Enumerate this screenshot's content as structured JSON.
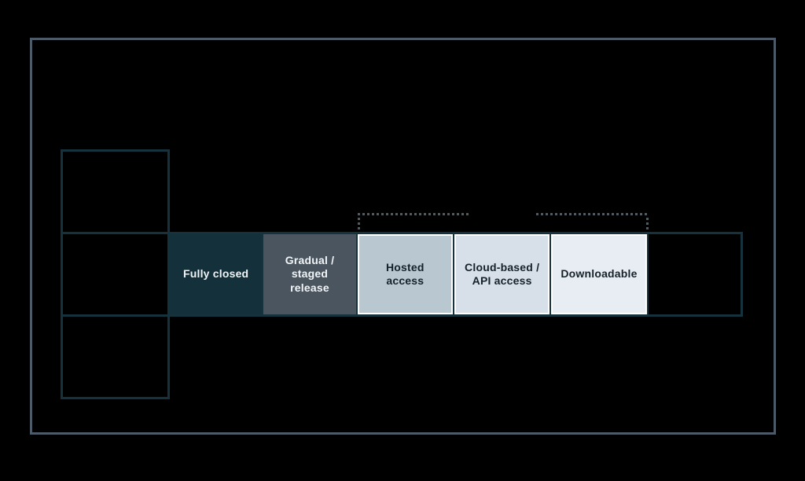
{
  "diagram": {
    "title": "",
    "spectrum_bar": {
      "segments": [
        {
          "label": "Fully closed",
          "fill": "#14303a",
          "text_color": "#f2f5f7"
        },
        {
          "label": "Gradual / staged release",
          "fill": "#4a5560",
          "text_color": "#f2f5f7"
        },
        {
          "label": "Hosted access",
          "fill": "#b9c7d1",
          "text_color": "#15222a"
        },
        {
          "label": "Cloud-based / API access",
          "fill": "#d7e0e8",
          "text_color": "#15222a"
        },
        {
          "label": "Downloadable",
          "fill": "#e8edf3",
          "text_color": "#15222a"
        },
        {
          "label": "",
          "fill": "#000000",
          "text_color": ""
        }
      ]
    },
    "left_column": {
      "box_count": 3,
      "labels": [
        "",
        "",
        ""
      ]
    },
    "annotations": {
      "dotted_bracket_over_hosted": "",
      "dotted_bracket_over_downloadable": ""
    },
    "colors": {
      "background": "#000000",
      "frame_border": "#4d5a68",
      "box_border": "#16323c",
      "dotted_line": "#4e5c66",
      "segment_divider": "#ffffff"
    }
  }
}
